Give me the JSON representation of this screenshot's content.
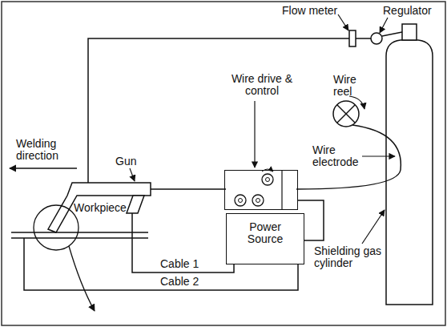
{
  "diagram": {
    "nodes": [
      {
        "text": [
          "Wire drive & control"
        ]
      },
      {
        "text": [
          "Power Source"
        ]
      }
    ],
    "edges": [
      {
        "from": 0,
        "to": 1,
        "arrow": "none"
      }
    ],
    "labels": [
      "Flow meter",
      "Regulator",
      "Wire reel",
      "Wire electrode",
      "Welding direction",
      "Gun",
      "Workpiece",
      "Cable 1",
      "Cable 2",
      "Shielding gas cylinder"
    ]
  }
}
